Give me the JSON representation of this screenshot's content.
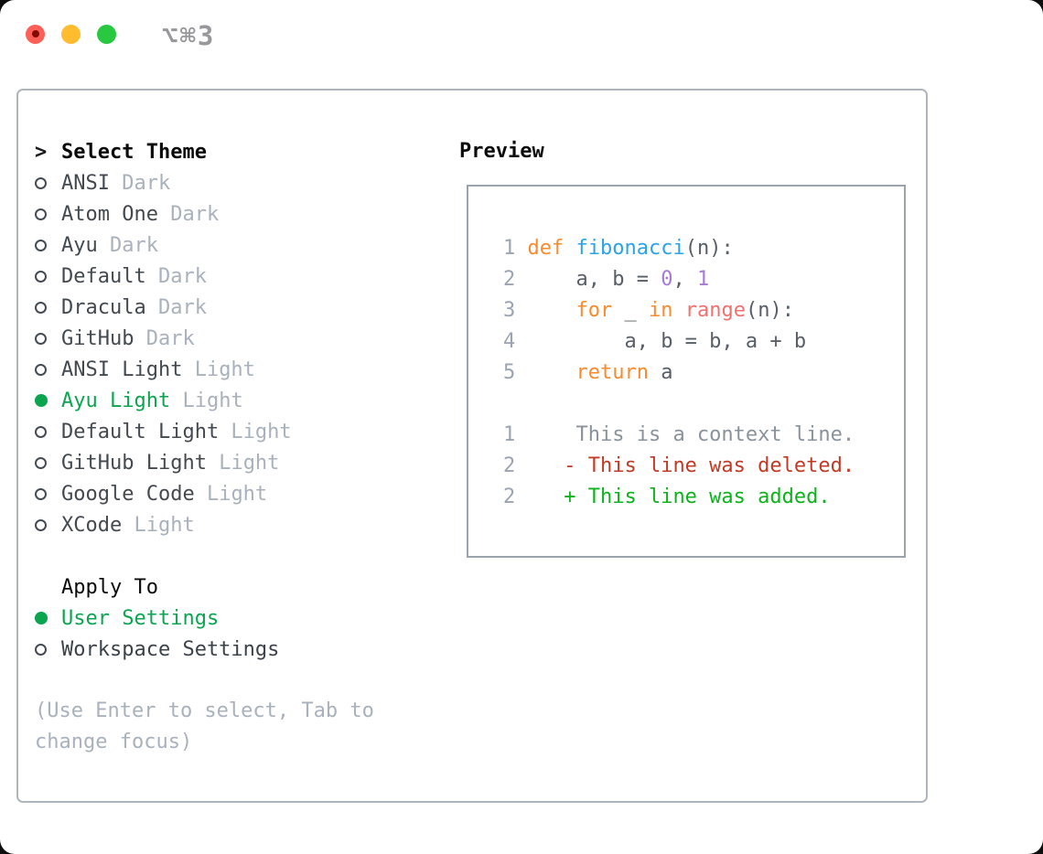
{
  "window": {
    "title": "⌥⌘3",
    "traffic_lights": [
      {
        "name": "close-button",
        "color": "#ff5f57",
        "dot": "#820b01"
      },
      {
        "name": "minimize-button",
        "color": "#febc2e",
        "dot": null
      },
      {
        "name": "zoom-button",
        "color": "#28c840",
        "dot": null
      }
    ]
  },
  "theme_picker": {
    "prompt": ">",
    "title": "Select Theme",
    "themes": [
      {
        "name": "ANSI",
        "tag": "Dark",
        "selected": false
      },
      {
        "name": "Atom One",
        "tag": "Dark",
        "selected": false
      },
      {
        "name": "Ayu",
        "tag": "Dark",
        "selected": false
      },
      {
        "name": "Default",
        "tag": "Dark",
        "selected": false
      },
      {
        "name": "Dracula",
        "tag": "Dark",
        "selected": false
      },
      {
        "name": "GitHub",
        "tag": "Dark",
        "selected": false
      },
      {
        "name": "ANSI Light",
        "tag": "Light",
        "selected": false
      },
      {
        "name": "Ayu Light",
        "tag": "Light",
        "selected": true
      },
      {
        "name": "Default Light",
        "tag": "Light",
        "selected": false
      },
      {
        "name": "GitHub Light",
        "tag": "Light",
        "selected": false
      },
      {
        "name": "Google Code",
        "tag": "Light",
        "selected": false
      },
      {
        "name": "XCode",
        "tag": "Light",
        "selected": false
      }
    ],
    "apply_to": {
      "title": "Apply To",
      "options": [
        {
          "label": "User Settings",
          "selected": true
        },
        {
          "label": "Workspace Settings",
          "selected": false
        }
      ]
    },
    "help": "(Use Enter to select, Tab to change focus)"
  },
  "preview": {
    "title": "Preview",
    "lines": [
      {
        "segments": [
          {
            "t": "1 ",
            "c": "gut"
          },
          {
            "t": "def ",
            "c": "kw"
          },
          {
            "t": "fibonacci",
            "c": "fn"
          },
          {
            "t": "(n):",
            "c": "fg"
          }
        ]
      },
      {
        "segments": [
          {
            "t": "2 ",
            "c": "gut"
          },
          {
            "t": "    a, b = ",
            "c": "fg"
          },
          {
            "t": "0",
            "c": "num"
          },
          {
            "t": ", ",
            "c": "fg"
          },
          {
            "t": "1",
            "c": "num"
          }
        ]
      },
      {
        "segments": [
          {
            "t": "3 ",
            "c": "gut"
          },
          {
            "t": "    ",
            "c": "fg"
          },
          {
            "t": "for",
            "c": "kw"
          },
          {
            "t": " _ ",
            "c": "fg"
          },
          {
            "t": "in",
            "c": "kw"
          },
          {
            "t": " ",
            "c": "fg"
          },
          {
            "t": "range",
            "c": "call"
          },
          {
            "t": "(n):",
            "c": "fg"
          }
        ]
      },
      {
        "segments": [
          {
            "t": "4 ",
            "c": "gut"
          },
          {
            "t": "        a, b = b, a + b",
            "c": "fg"
          }
        ]
      },
      {
        "segments": [
          {
            "t": "5 ",
            "c": "gut"
          },
          {
            "t": "    ",
            "c": "fg"
          },
          {
            "t": "return",
            "c": "kw"
          },
          {
            "t": " a",
            "c": "fg"
          }
        ]
      },
      {
        "segments": []
      },
      {
        "segments": [
          {
            "t": "1 ",
            "c": "gut"
          },
          {
            "t": "    This is a context line.",
            "c": "ctx"
          }
        ]
      },
      {
        "segments": [
          {
            "t": "2 ",
            "c": "gut"
          },
          {
            "t": "   - This line was deleted.",
            "c": "del"
          }
        ]
      },
      {
        "segments": [
          {
            "t": "2 ",
            "c": "gut"
          },
          {
            "t": "   + This line was added.",
            "c": "add"
          }
        ]
      }
    ]
  },
  "colors": {
    "ui_selected_green": "#0ba550",
    "item_text": "#43494f",
    "muted_tag": "#a9b1bc",
    "panel_border": "#aeb5bf",
    "preview_border": "#9ba3ad",
    "code_fg": "#575e66",
    "keyword_orange": "#f78b2e",
    "function_blue": "#2aa3e8",
    "number_purple": "#a57ad9",
    "call_coral": "#f0716f",
    "context_gray": "#8a929b",
    "deleted_red": "#c23a25",
    "added_green": "#0db31b",
    "traffic_red": "#ff5f57",
    "traffic_yellow": "#febc2e",
    "traffic_green": "#28c840",
    "title_gray": "#97979c"
  }
}
